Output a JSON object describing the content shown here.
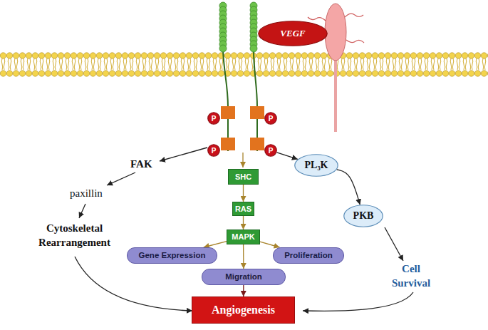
{
  "diagram": {
    "nodes": [
      {
        "text": [
          "VEGF"
        ]
      },
      {
        "text": [
          "P"
        ]
      },
      {
        "text": [
          "P"
        ]
      },
      {
        "text": [
          "P"
        ]
      },
      {
        "text": [
          "P"
        ]
      },
      {
        "text": [
          "SHC"
        ]
      },
      {
        "text": [
          "PL₃K"
        ]
      },
      {
        "text": [
          "RAS"
        ]
      },
      {
        "text": [
          "PKB"
        ]
      },
      {
        "text": [
          "MAPK"
        ]
      },
      {
        "text": [
          "Gene Expression"
        ]
      },
      {
        "text": [
          "Proliferation"
        ]
      },
      {
        "text": [
          "Migration"
        ]
      },
      {
        "text": [
          "Angiogenesis"
        ]
      }
    ],
    "edges": [
      {
        "from": 4,
        "to": 6,
        "arrow": "to"
      },
      {
        "from": 5,
        "to": 7,
        "arrow": "to"
      },
      {
        "from": 6,
        "to": 8,
        "arrow": "to"
      },
      {
        "from": 7,
        "to": 9,
        "arrow": "to"
      },
      {
        "from": 9,
        "to": 10,
        "arrow": "to"
      },
      {
        "from": 9,
        "to": 11,
        "arrow": "to"
      },
      {
        "from": 9,
        "to": 12,
        "arrow": "to"
      },
      {
        "from": 12,
        "to": 13,
        "arrow": "to"
      }
    ],
    "labels": [
      "FAK",
      "paxillin",
      "Cytoskeletal Rearrangement",
      "Cell Survival"
    ]
  }
}
